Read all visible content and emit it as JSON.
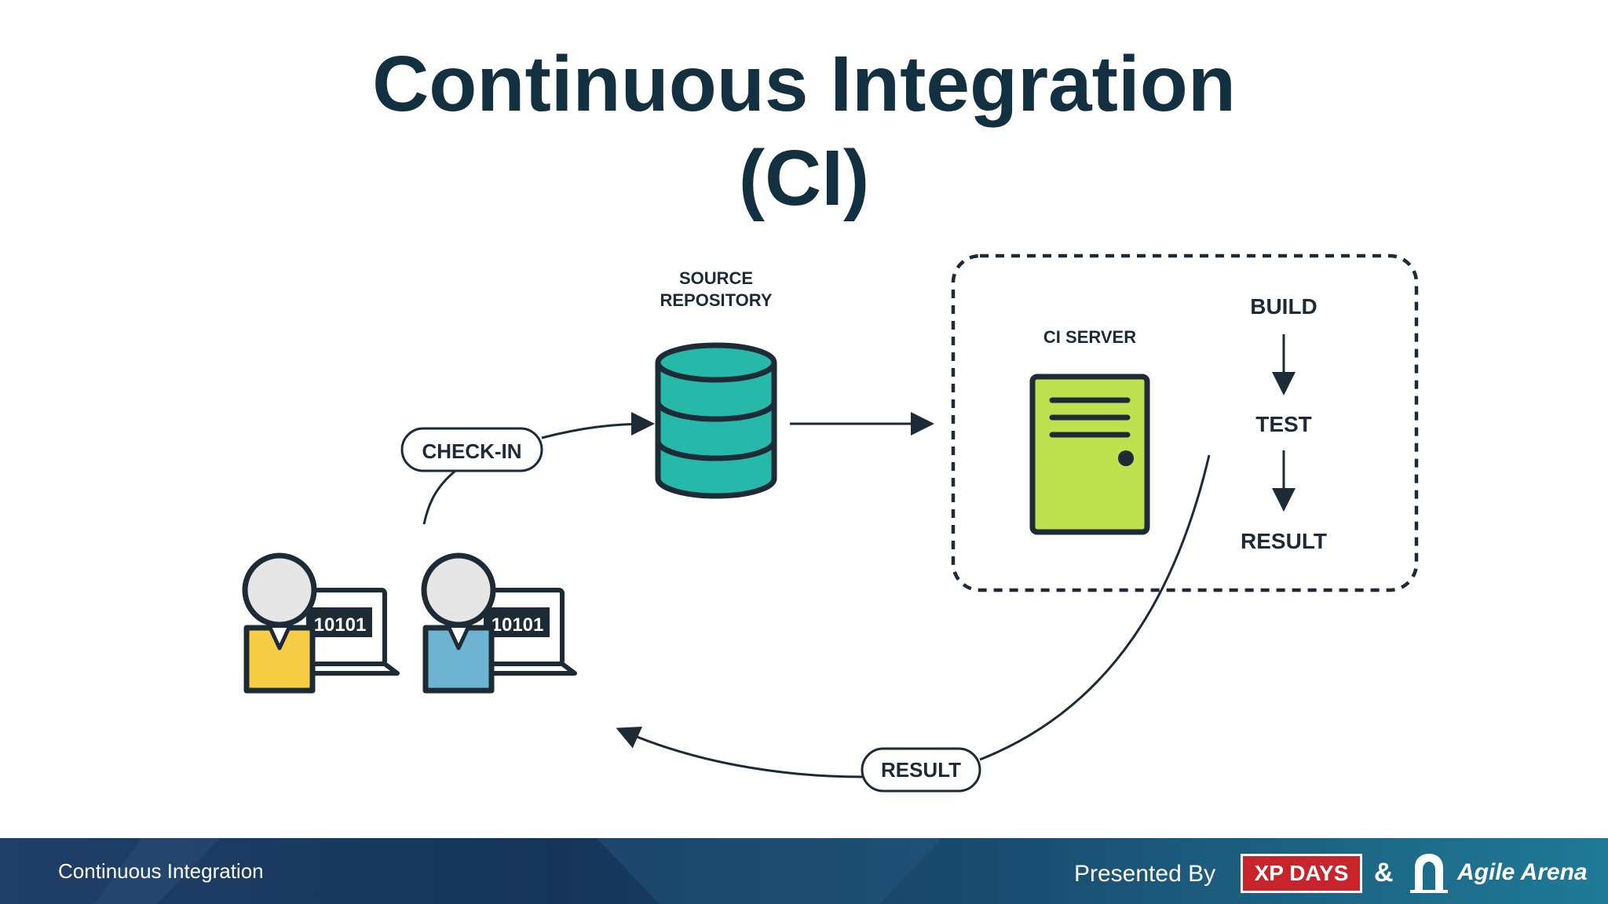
{
  "slide": {
    "title_line1": "Continuous Integration",
    "title_line2": "(CI)"
  },
  "diagram": {
    "source_repository_line1": "SOURCE",
    "source_repository_line2": "REPOSITORY",
    "check_in": "CHECK-IN",
    "ci_server": "CI SERVER",
    "pipeline": [
      "BUILD",
      "TEST",
      "RESULT"
    ],
    "result_feedback": "RESULT",
    "developer_laptop_code": "10101",
    "colors": {
      "database": "#26b9a9",
      "server": "#bfe04f",
      "developer1_shirt": "#f7cd45",
      "developer2_shirt": "#6fb3d3",
      "ink": "#1c2b36"
    }
  },
  "footer": {
    "title": "Continuous Integration",
    "presented_by": "Presented By",
    "xp_days": "XP DAYS",
    "ampersand": "&",
    "agile_arena": "Agile Arena"
  }
}
